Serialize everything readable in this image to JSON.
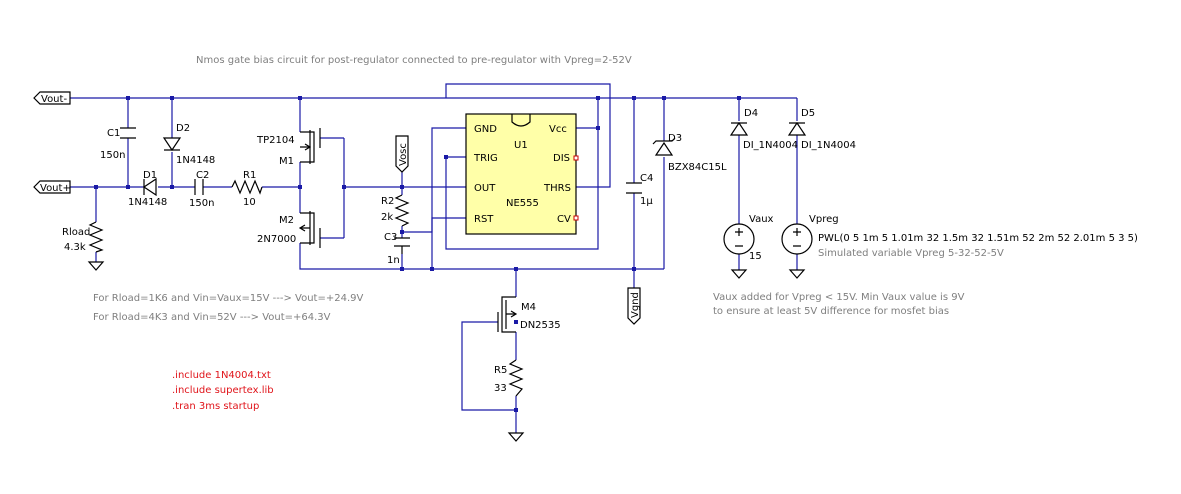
{
  "title": "Nmos gate bias circuit for post-regulator connected to pre-regulator with Vpreg=2-52V",
  "nets": {
    "vout_minus": "Vout-",
    "vout_plus": "Vout+",
    "vosc": "Vosc",
    "vgnd": "Vgnd"
  },
  "components": {
    "c1": {
      "name": "C1",
      "value": "150n"
    },
    "d2": {
      "name": "D2",
      "value": "1N4148"
    },
    "d1": {
      "name": "D1",
      "value": "1N4148"
    },
    "c2": {
      "name": "C2",
      "value": "150n"
    },
    "r1": {
      "name": "R1",
      "value": "10"
    },
    "m1": {
      "name": "M1",
      "value": "TP2104"
    },
    "m2": {
      "name": "M2",
      "value": "2N7000"
    },
    "rload": {
      "name": "Rload",
      "value": "4.3k"
    },
    "r2": {
      "name": "R2",
      "value": "2k"
    },
    "c3": {
      "name": "C3",
      "value": "1n"
    },
    "u1": {
      "name": "U1",
      "value": "NE555",
      "pins": {
        "gnd": "GND",
        "vcc": "Vcc",
        "trig": "TRIG",
        "dis": "DIS",
        "out": "OUT",
        "thrs": "THRS",
        "rst": "RST",
        "cv": "CV"
      }
    },
    "c4": {
      "name": "C4",
      "value": "1µ"
    },
    "d3": {
      "name": "D3",
      "value": "BZX84C15L"
    },
    "d4": {
      "name": "D4",
      "value": "DI_1N4004"
    },
    "d5": {
      "name": "D5",
      "value": "DI_1N4004"
    },
    "vaux": {
      "name": "Vaux",
      "value": "15"
    },
    "vpreg": {
      "name": "Vpreg",
      "value": "PWL(0 5 1m 5 1.01m 32 1.5m 32 1.51m 52 2m 52 2.01m 5 3 5)"
    },
    "m4": {
      "name": "M4",
      "value": "DN2535"
    },
    "r5": {
      "name": "R5",
      "value": "33"
    }
  },
  "comments": {
    "note1": "For Rload=1K6 and Vin=Vaux=15V ---> Vout=+24.9V",
    "note2": "For Rload=4K3 and Vin=52V ---> Vout=+64.3V",
    "vpreg_note": "Simulated variable Vpreg 5-32-52-5V",
    "vaux_note1": "Vaux added for Vpreg < 15V. Min Vaux value is 9V",
    "vaux_note2": "to ensure at least 5V difference for mosfet bias"
  },
  "directives": [
    ".include 1N4004.txt",
    ".include supertex.lib",
    ".tran 3ms startup"
  ],
  "colors": {
    "wire": "#1a1aa6",
    "component": "#000000",
    "ic_fill": "#ffffa8",
    "comment": "#7f7f7f",
    "directive": "#e0141a"
  }
}
